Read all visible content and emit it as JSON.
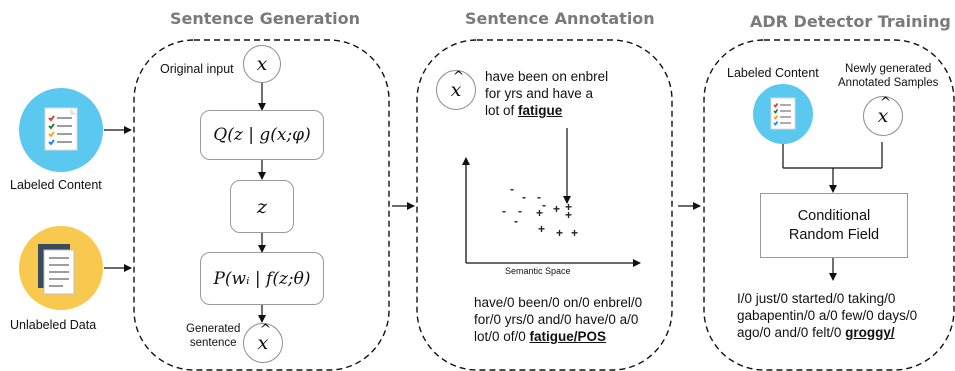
{
  "sections": {
    "generation": "Sentence Generation",
    "annotation": "Sentence Annotation",
    "training": "ADR Detector Training"
  },
  "left": {
    "labeled_label": "Labeled Content",
    "unlabeled_label": "Unlabeled Data",
    "labeled_icon": "checklist-document-icon",
    "unlabeled_icon": "stacked-documents-icon"
  },
  "generation": {
    "original_input_label": "Original input",
    "x_symbol": "x",
    "encoder_formula": "Q(z | g(x;φ)",
    "latent_symbol": "z",
    "decoder_formula": "P(wᵢ | f(z;θ)",
    "generated_label_1": "Generated",
    "generated_label_2": "sentence",
    "xhat_symbol": "x"
  },
  "annotation": {
    "xhat_symbol": "x",
    "text_line_1": "have been on enbrel",
    "text_line_2": "for yrs and have a",
    "text_line_3_pre": "lot of ",
    "text_line_3_bold": "fatigue",
    "semantic_space_label": "Semantic Space",
    "output_line_1": "have/0 been/0 on/0 enbrel/0",
    "output_line_2": "for/0 yrs/0 and/0 have/0 a/0",
    "output_line_3_pre": "lot/0 of/0 ",
    "output_line_3_bold": "fatigue/POS"
  },
  "training": {
    "labeled_label": "Labeled Content",
    "new_label_1": "Newly generated",
    "new_label_2": "Annotated Samples",
    "xhat_symbol": "x",
    "crf_line_1": "Conditional",
    "crf_line_2": "Random Field",
    "output_line_1": "I/0 just/0 started/0 taking/0",
    "output_line_2": "gabapentin/0 a/0 few/0 days/0",
    "output_line_3_pre": "ago/0 and/0 felt/0 ",
    "output_line_3_bold": "groggy/"
  },
  "colors": {
    "labeled_bg": "#5bc8ef",
    "unlabeled_bg": "#f9c94f",
    "section_title": "#7a7a7a"
  }
}
